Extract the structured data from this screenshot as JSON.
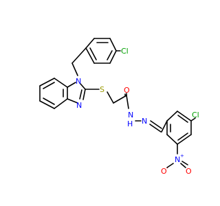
{
  "molecule": {
    "atom_labels": {
      "cl_top": "Cl",
      "n1": "N",
      "n3": "N",
      "s": "S",
      "o_carbonyl": "O",
      "nh": "N",
      "h": "H",
      "n_imine": "N",
      "cl_right": "Cl",
      "n_nitro": "N",
      "nitro_plus": "+",
      "o_nitro_minus": "O",
      "minus": "-",
      "o_nitro": "O"
    },
    "colors": {
      "bond": "#000000",
      "nitrogen": "#0000ff",
      "oxygen": "#ff0000",
      "sulfur": "#999900",
      "chlorine": "#00a000"
    }
  }
}
